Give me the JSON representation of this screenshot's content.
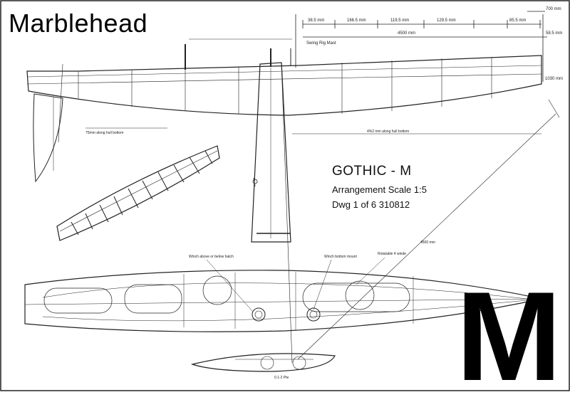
{
  "title": "Marblehead",
  "drawing": {
    "name": "GOTHIC - M",
    "subtitle": "Arrangement Scale 1:5",
    "sheet": "Dwg 1 of 6  310812"
  },
  "class_letter": "M",
  "dimensions": [
    "38.5 mm",
    "166.5 mm",
    "119.5 mm",
    "129.5 mm",
    "85.5 mm",
    "4500 mm",
    "58.5 mm",
    "700 mm",
    "1030 mm",
    "4%2 mm along hull bottom",
    "75mm along hull bottom",
    "0.1-2 Pte"
  ],
  "notes": [
    "Swing Rig Mast",
    "Winch above or below hatch",
    "Winch bottom mount",
    "Rotatable 4 winde"
  ],
  "colors": {
    "line": "#1a1a1a",
    "paper": "#ffffff"
  }
}
